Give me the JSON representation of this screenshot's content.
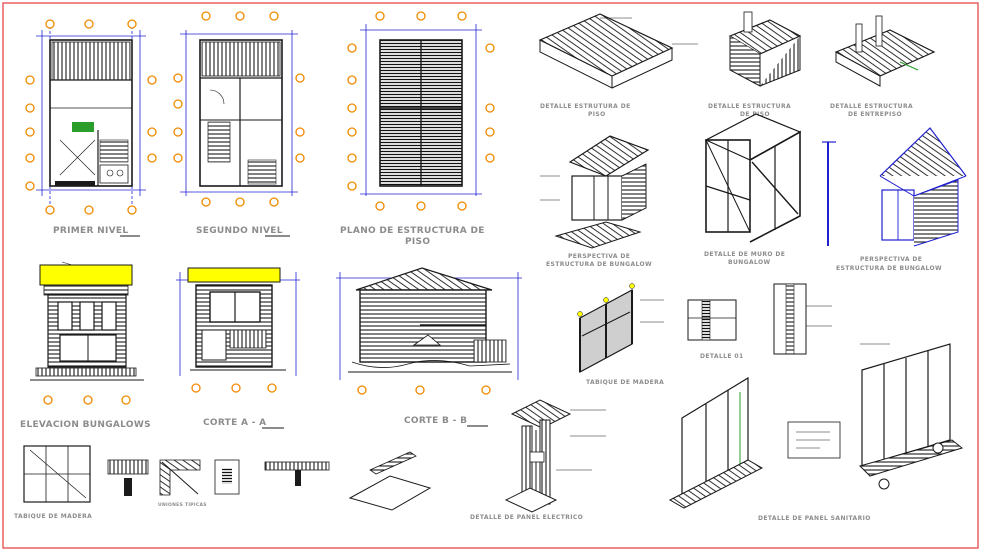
{
  "sheet": {
    "border_color": "#e23b3b",
    "ink_color": "#1a1a1a",
    "dim_color": "#2020d0",
    "grid_bubble_color": "#f08a00",
    "highlight_color": "#ffff00",
    "label_color": "#8c8c8c",
    "stair_label_color": "#2a9d2a"
  },
  "labels": {
    "primer_nivel": "PRIMER NIVEL",
    "segundo_nivel": "SEGUNDO NIVEL",
    "plano_piso_1": "PLANO DE  ESTRUCTURA DE",
    "plano_piso_2": "PISO",
    "elevacion": "ELEVACION BUNGALOWS",
    "corte_a": "CORTE A - A",
    "corte_b": "CORTE B - B",
    "tabique_bottom": "TABIQUE DE MADERA",
    "uniones": "UNIONES TIPICAS",
    "panel_electrico": "DETALLE DE PANEL ELECTRICO",
    "panel_sanitario": "DETALLE DE PANEL SANITARIO",
    "det_piso_1": "DETALLE ESTRUTURA DE",
    "det_piso_2": "PISO",
    "det_estructura_piso_1": "DETALLE ESTRUCTURA",
    "det_estructura_piso_2": "DE PISO",
    "det_entrepiso_1": "DETALLE ESTRUCTURA",
    "det_entrepiso_2": "DE ENTREPISO",
    "persp_1a": "PERSPECTIVA DE",
    "persp_1b": "ESTRUCTURA DE BUNGALOW",
    "muro_1": "DETALLE DE MURO DE",
    "muro_2": "BUNGALOW",
    "persp_2a": "PERSPECTIVA DE",
    "persp_2b": "ESTRUCTURA DE BUNGALOW",
    "tabique_mid": "TABIQUE DE MADERA",
    "detalle_01": "DETALLE 01"
  },
  "icons": {
    "axis_bubble": "grid-axis-bubble-icon",
    "stair": "stair-icon"
  }
}
